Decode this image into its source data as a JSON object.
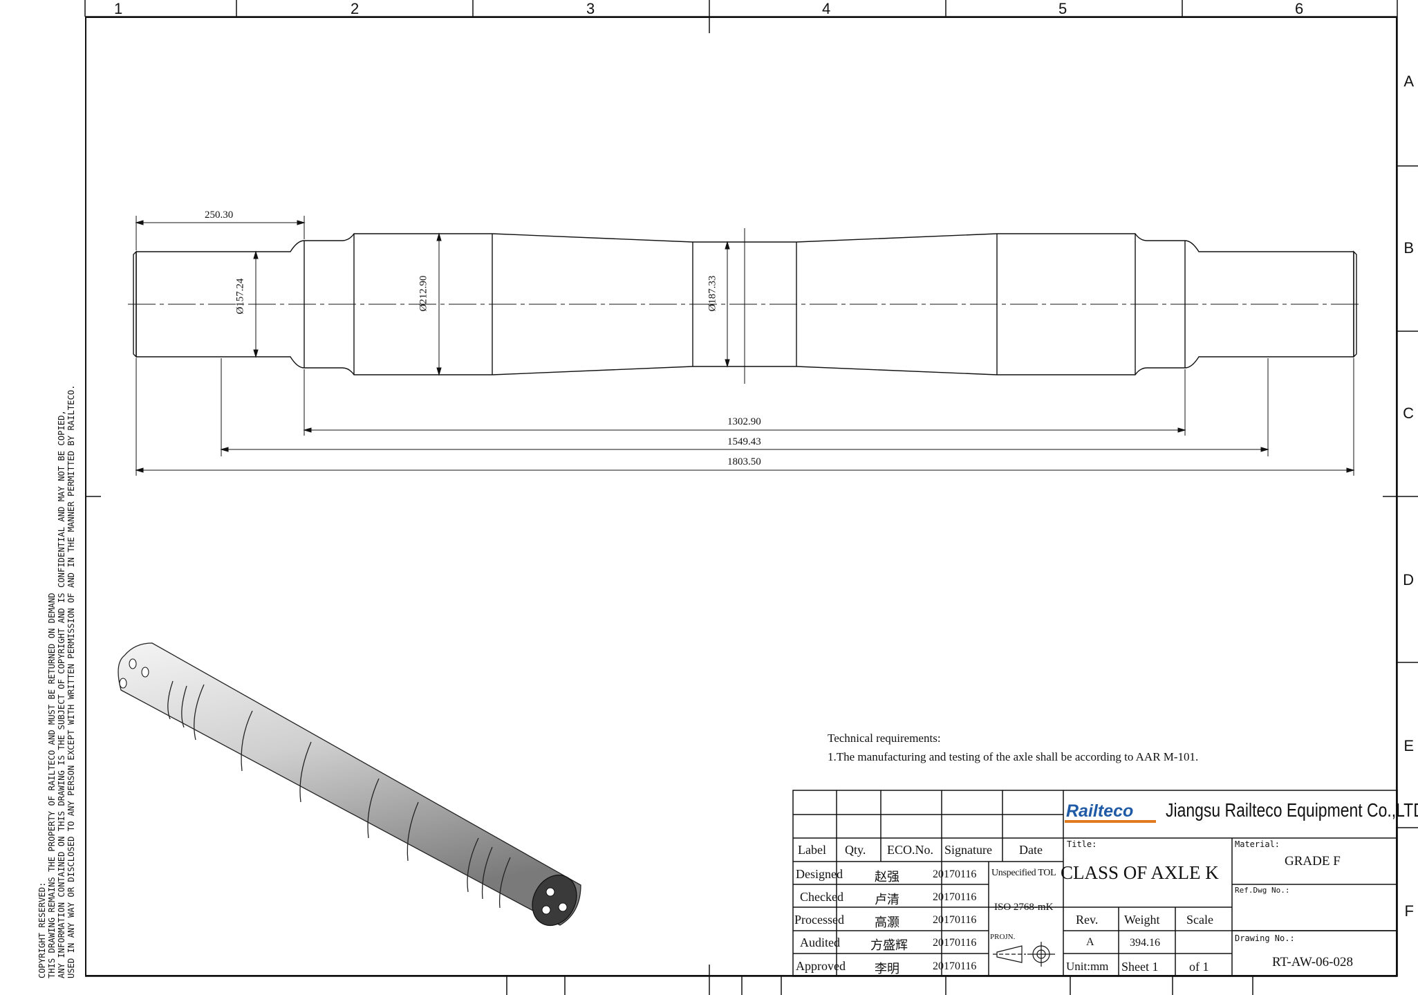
{
  "zones": {
    "columns": [
      "1",
      "2",
      "3",
      "4",
      "5",
      "6"
    ],
    "rows": [
      "A",
      "B",
      "C",
      "D",
      "E",
      "F"
    ]
  },
  "copyright": [
    "COPYRIGHT RESERVED:",
    "THIS DRAWING REMAINS THE PROPERTY OF RAILTECO AND MUST BE RETURNED ON DEMAND",
    "ANY INFORMATION CONTAINED ON THIS DRAWING IS THE SUBJECT OF COPYRIGHT AND IS CONFIDENTIAL AND MAY NOT BE COPIED,",
    "USED IN ANY WAY OR DISCLOSED TO ANY PERSON EXCEPT WITH WRITTEN PERMISSION OF AND IN THE MANNER PERMITTED BY RAILTECO."
  ],
  "dimensions": {
    "len_250": "250.30",
    "dia_157": "Ø157.24",
    "dia_212": "Ø212.90",
    "dia_187": "Ø187.33",
    "len_1302": "1302.90",
    "len_1549": "1549.43",
    "len_1803": "1803.50"
  },
  "technical": {
    "heading": "Technical requirements:",
    "line1": "1.The manufacturing and testing of the axle shall  be according to AAR M-101."
  },
  "title_block": {
    "logo": "Railteco",
    "company": "Jiangsu Railteco Equipment Co.,LTD",
    "headers": {
      "label": "Label",
      "qty": "Qty.",
      "eco": "ECO.No.",
      "signature": "Signature",
      "date": "Date"
    },
    "roles": [
      {
        "role": "Designed",
        "name": "赵强",
        "date": "20170116"
      },
      {
        "role": "Checked",
        "name": "卢清",
        "date": "20170116"
      },
      {
        "role": "Processed",
        "name": "高灏",
        "date": "20170116"
      },
      {
        "role": "Audited",
        "name": "方盛辉",
        "date": "20170116"
      },
      {
        "role": "Approved",
        "name": "李明",
        "date": "20170116"
      }
    ],
    "unspecified_tol": "Unspecified TOL",
    "tol_standard": "ISO 2768-mK",
    "projn": "PROJN.",
    "title_label": "Title:",
    "title": "CLASS OF AXLE K",
    "material_label": "Material:",
    "material": "GRADE F",
    "ref_label": "Ref.Dwg No.:",
    "rev_label": "Rev.",
    "weight_label": "Weight",
    "scale_label": "Scale",
    "rev": "A",
    "weight": "394.16",
    "unit": "Unit:mm",
    "sheet": "Sheet 1",
    "of": "of 1",
    "drawing_label": "Drawing No.:",
    "drawing_no": "RT-AW-06-028"
  },
  "colors": {
    "line": "#111111",
    "logo": "#1f5aa6",
    "logo_bar": "#e07a1f"
  }
}
